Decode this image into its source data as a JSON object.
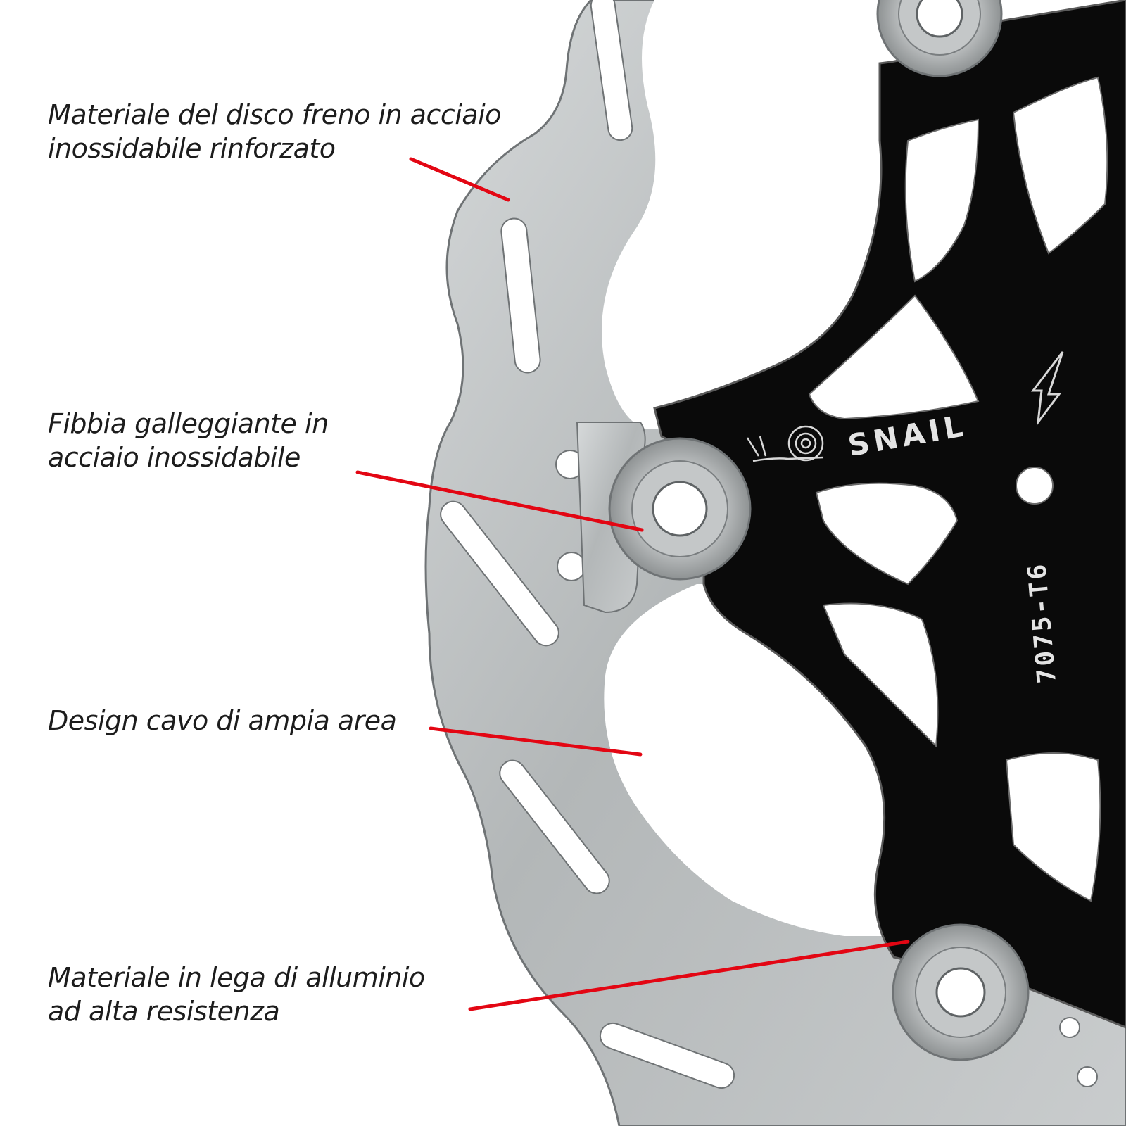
{
  "callouts": [
    {
      "lines": [
        "Materiale del disco freno in acciaio",
        "inossidabile rinforzato"
      ]
    },
    {
      "lines": [
        "Fibbia galleggiante in",
        "acciaio inossidabile"
      ]
    },
    {
      "lines": [
        "Design cavo di ampia area"
      ]
    },
    {
      "lines": [
        "Materiale in lega di alluminio",
        "ad alta resistenza"
      ]
    }
  ],
  "product": {
    "brand": "SNAIL",
    "spider_marking": "7075-T6",
    "logo_icon": "snail-icon",
    "arrow_icon": "rotation-arrow-icon"
  },
  "colors": {
    "background": "#ffffff",
    "leader_line": "#e30613",
    "rotor_steel": "#b9bdbe",
    "rotor_edge": "#7f8385",
    "spider": "#0a0a0a",
    "text": "#1c1c1c"
  }
}
